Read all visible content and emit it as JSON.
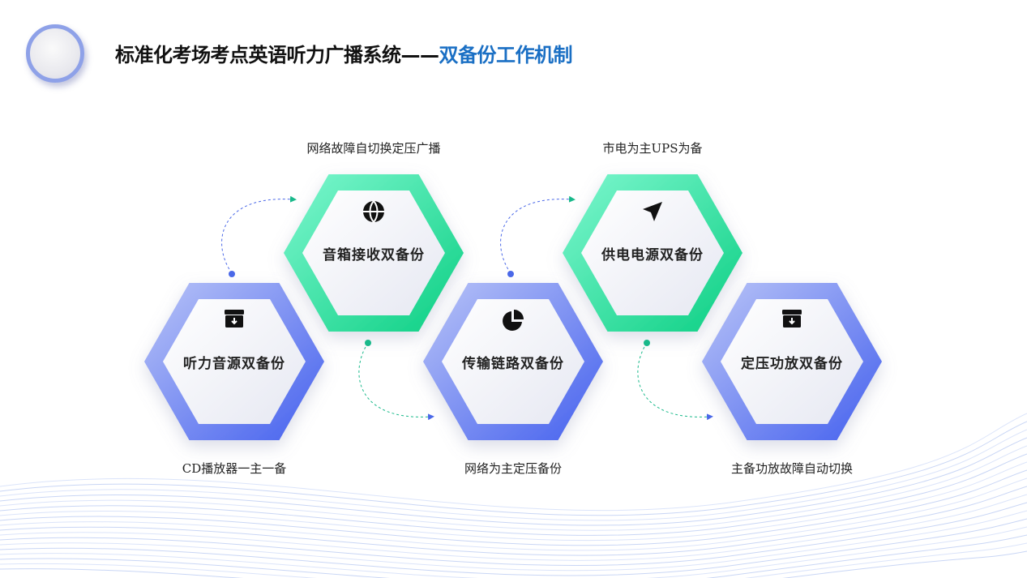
{
  "title": {
    "main": "标准化考场考点英语听力广播系统——",
    "highlight": "双备份工作机制"
  },
  "colors": {
    "blue": "#5b73ef",
    "green": "#1fd79a",
    "title_accent": "#1a6fc4"
  },
  "nodes": [
    {
      "name": "听力音源双备份",
      "caption": "CD播放器一主一备",
      "icon": "archive-download-icon",
      "color": "blue"
    },
    {
      "name": "音箱接收双备份",
      "caption": "网络故障自切换定压广播",
      "icon": "globe-icon",
      "color": "green"
    },
    {
      "name": "传输链路双备份",
      "caption": "网络为主定压备份",
      "icon": "pie-chart-icon",
      "color": "blue"
    },
    {
      "name": "供电电源双备份",
      "caption": "市电为主UPS为备",
      "icon": "send-arrow-icon",
      "color": "green"
    },
    {
      "name": "定压功放双备份",
      "caption": "主备功放故障自动切换",
      "icon": "archive-download-icon",
      "color": "blue"
    }
  ]
}
